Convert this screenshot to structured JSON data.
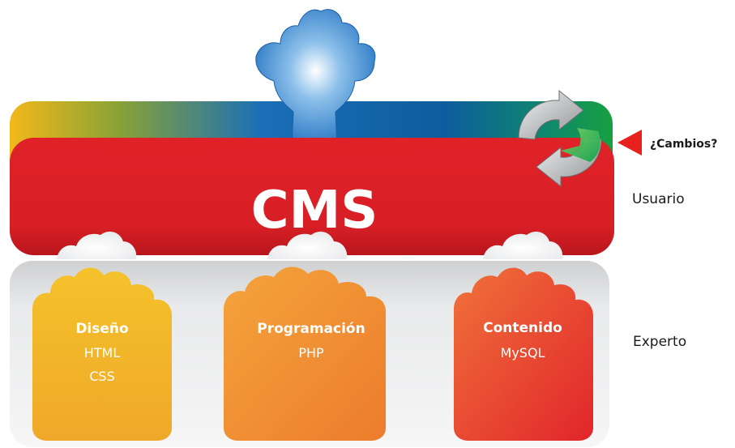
{
  "cms": {
    "title": "CMS"
  },
  "changes": {
    "label": "¿Cambios?"
  },
  "roles": {
    "user": "Usuario",
    "expert": "Experto"
  },
  "boxes": [
    {
      "title": "Diseño",
      "lines": [
        "HTML",
        "CSS"
      ]
    },
    {
      "title": "Programación",
      "lines": [
        "PHP"
      ]
    },
    {
      "title": "Contenido",
      "lines": [
        "MySQL"
      ]
    }
  ],
  "colors": {
    "cms_red": "#dc2027",
    "cloud_blue": "#1e6fc0",
    "marker_red": "#e8211f",
    "design_yellow": "#f2b82a",
    "programming_orange": "#ef8a2f",
    "content_red": "#e8442e",
    "green": "#12a14a"
  }
}
